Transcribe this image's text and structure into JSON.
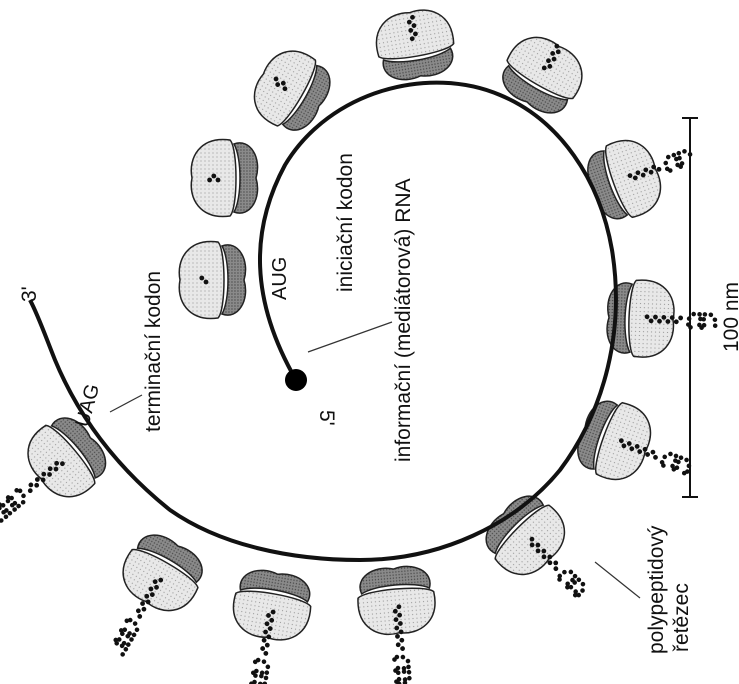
{
  "labels": {
    "terminal_codon": "terminační kodon",
    "initiation_codon": "iniciační kodon",
    "mrna": "informační (mediátorová) RNA",
    "polypeptide": "polypeptidový",
    "chain": "řetězec",
    "scale": "100 nm",
    "end3": "3'",
    "end5": "5'",
    "aug": "AUG",
    "uag": "UAG"
  },
  "colors": {
    "strand": "#111111",
    "large_subunit": "#e3e3e3",
    "small_subunit": "#8a8a8a",
    "chain_beads": "#111111"
  }
}
